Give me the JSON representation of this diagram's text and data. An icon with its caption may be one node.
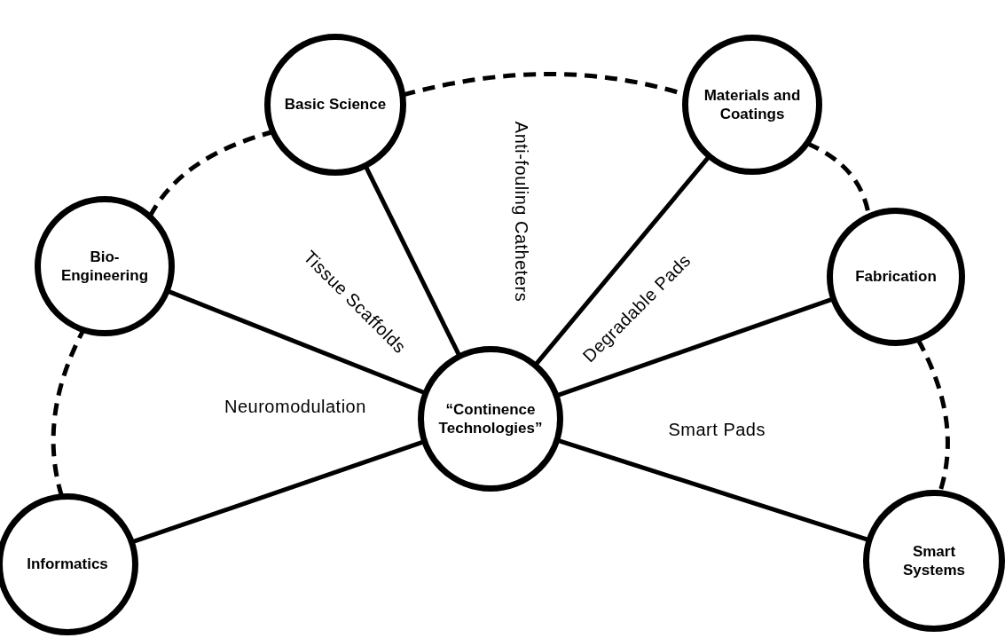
{
  "diagram": {
    "nodes": [
      {
        "text": [
          "“Continence Technologies”"
        ]
      },
      {
        "text": [
          "Informatics"
        ]
      },
      {
        "text": [
          "Bio-Engineering"
        ]
      },
      {
        "text": [
          "Basic Science"
        ]
      },
      {
        "text": [
          "Materials and Coatings"
        ]
      },
      {
        "text": [
          "Fabrication"
        ]
      },
      {
        "text": [
          "Smart Systems"
        ]
      }
    ],
    "edges": [
      {
        "from": 0,
        "to": 1,
        "arrow": "none"
      },
      {
        "from": 0,
        "to": 2,
        "arrow": "none"
      },
      {
        "from": 0,
        "to": 3,
        "arrow": "none"
      },
      {
        "from": 0,
        "to": 4,
        "arrow": "none"
      },
      {
        "from": 0,
        "to": 5,
        "arrow": "none"
      },
      {
        "from": 0,
        "to": 6,
        "arrow": "none"
      },
      {
        "from": 1,
        "to": 2,
        "arrow": "none",
        "style": "dashed"
      },
      {
        "from": 2,
        "to": 3,
        "arrow": "none",
        "style": "dashed"
      },
      {
        "from": 3,
        "to": 4,
        "arrow": "none",
        "style": "dashed"
      },
      {
        "from": 4,
        "to": 5,
        "arrow": "none",
        "style": "dashed"
      },
      {
        "from": 5,
        "to": 6,
        "arrow": "none",
        "style": "dashed"
      }
    ],
    "labels": [
      "Neuromodulation",
      "Tissue Scaffolds",
      "Anti-fouling Catheters",
      "Degradable Pads",
      "Smart Pads"
    ]
  }
}
